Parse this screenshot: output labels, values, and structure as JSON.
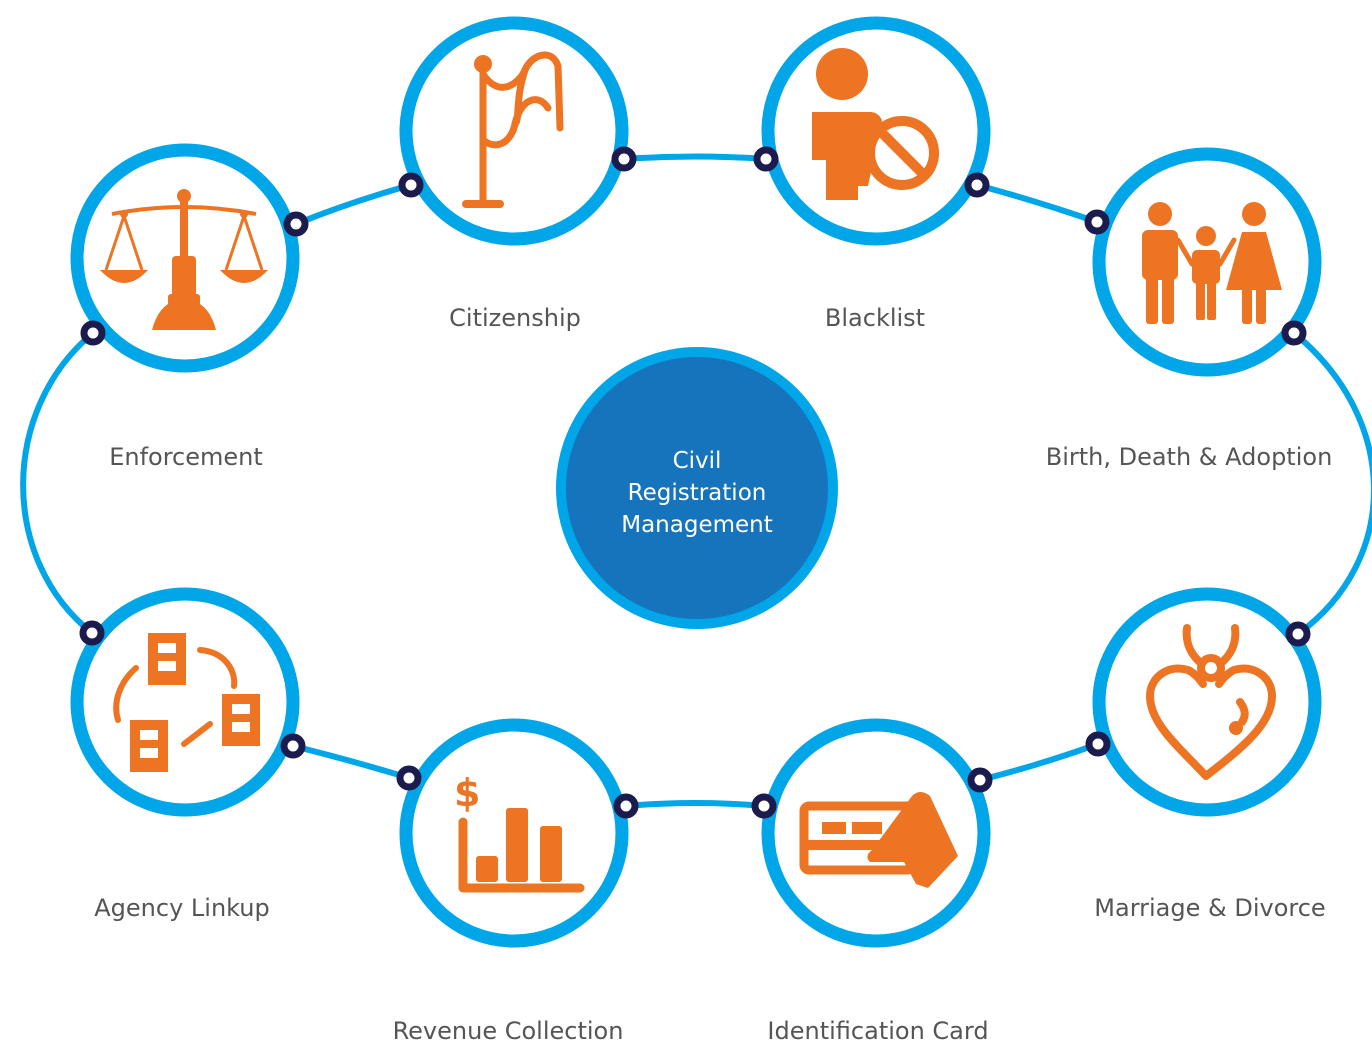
{
  "center": {
    "lines": [
      "Civil",
      "Registration",
      "Management"
    ]
  },
  "nodes": [
    {
      "id": "enforcement",
      "label": "Enforcement",
      "icon": "scales-of-justice-icon"
    },
    {
      "id": "citizenship",
      "label": "Citizenship",
      "icon": "flag-icon"
    },
    {
      "id": "blacklist",
      "label": "Blacklist",
      "icon": "blocked-person-icon"
    },
    {
      "id": "birth",
      "label": "Birth, Death & Adoption",
      "icon": "family-icon"
    },
    {
      "id": "marriage",
      "label": "Marriage & Divorce",
      "icon": "heart-pendant-icon"
    },
    {
      "id": "idcard",
      "label": "Identification Card",
      "icon": "id-card-hand-icon"
    },
    {
      "id": "revenue",
      "label": "Revenue Collection",
      "icon": "revenue-chart-icon"
    },
    {
      "id": "agency",
      "label": "Agency Linkup",
      "icon": "linked-buildings-icon"
    }
  ],
  "colors": {
    "ring": "#00a6e8",
    "icon": "#ec7423",
    "connector_dot": "#1c1b4d",
    "center_fill": "#1574bb",
    "center_ring": "#00a6e8",
    "label": "#555555"
  }
}
